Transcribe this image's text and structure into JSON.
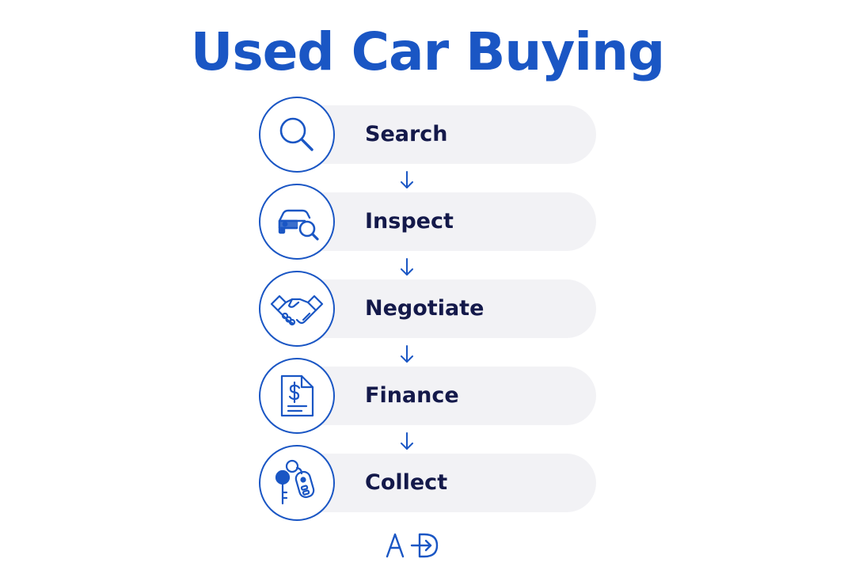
{
  "title": "Used Car Buying",
  "colors": {
    "accent": "#1a56c4",
    "text_dark": "#14194a",
    "pill_bg": "#f2f2f5"
  },
  "steps": [
    {
      "label": "Search",
      "icon": "magnifier-icon"
    },
    {
      "label": "Inspect",
      "icon": "car-search-icon"
    },
    {
      "label": "Negotiate",
      "icon": "handshake-icon"
    },
    {
      "label": "Finance",
      "icon": "invoice-dollar-icon"
    },
    {
      "label": "Collect",
      "icon": "car-keys-icon"
    }
  ],
  "logo": {
    "text": "AD"
  }
}
